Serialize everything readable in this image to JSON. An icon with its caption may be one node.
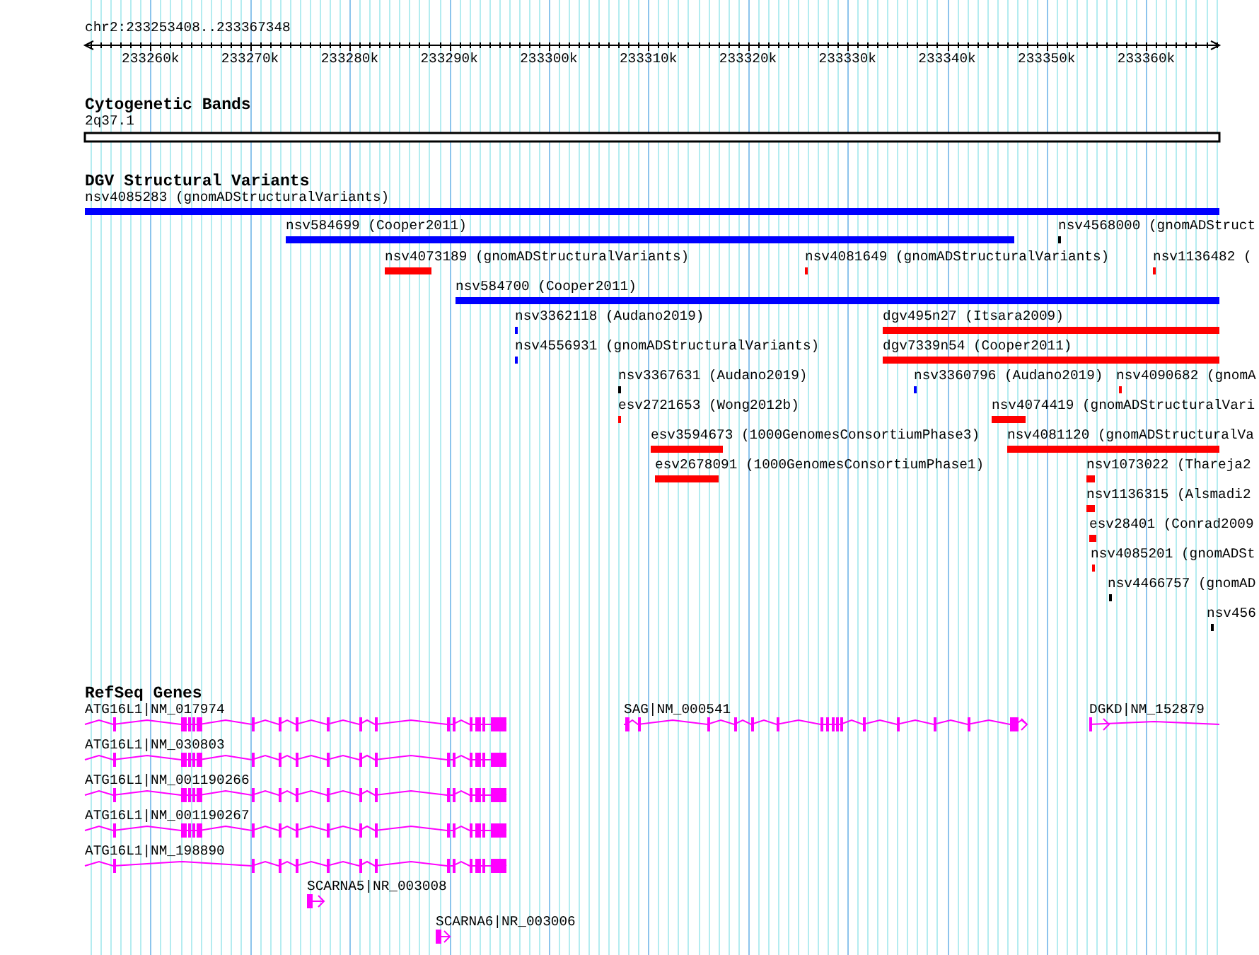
{
  "diagram": {
    "labels": [
      "chr2:233253408..233367348",
      "233260k",
      "233270k",
      "233280k",
      "233290k",
      "233300k",
      "233310k",
      "233320k",
      "233330k",
      "233340k",
      "233350k",
      "233360k",
      "Cytogenetic Bands",
      "2q37.1",
      "DGV Structural Variants",
      "nsv4085283 (gnomADStructuralVariants)",
      "nsv584699 (Cooper2011)",
      "nsv4568000 (gnomADStruct",
      "nsv4073189 (gnomADStructuralVariants)",
      "nsv4081649 (gnomADStructuralVariants)",
      "nsv1136482 (",
      "nsv584700 (Cooper2011)",
      "nsv3362118 (Audano2019)",
      "dgv495n27 (Itsara2009)",
      "nsv4556931 (gnomADStructuralVariants)",
      "dgv7339n54 (Cooper2011)",
      "nsv3367631 (Audano2019)",
      "nsv3360796 (Audano2019)",
      "nsv4090682 (gnomA",
      "esv2721653 (Wong2012b)",
      "nsv4074419 (gnomADStructuralVari",
      "esv3594673 (1000GenomesConsortiumPhase3)",
      "nsv4081120 (gnomADStructuralVa",
      "esv2678091 (1000GenomesConsortiumPhase1)",
      "nsv1073022 (Thareja2",
      "nsv1136315 (Alsmadi2",
      "esv28401 (Conrad2009",
      "nsv4085201 (gnomADSt",
      "nsv4466757 (gnomAD",
      "nsv456",
      "RefSeq Genes",
      "ATG16L1|NM_017974",
      "SAG|NM_000541",
      "DGKD|NM_152879",
      "ATG16L1|NM_030803",
      "ATG16L1|NM_001190266",
      "ATG16L1|NM_001190267",
      "ATG16L1|NM_198890",
      "SCARNA5|NR_003008",
      "SCARNA6|NR_003006"
    ]
  }
}
